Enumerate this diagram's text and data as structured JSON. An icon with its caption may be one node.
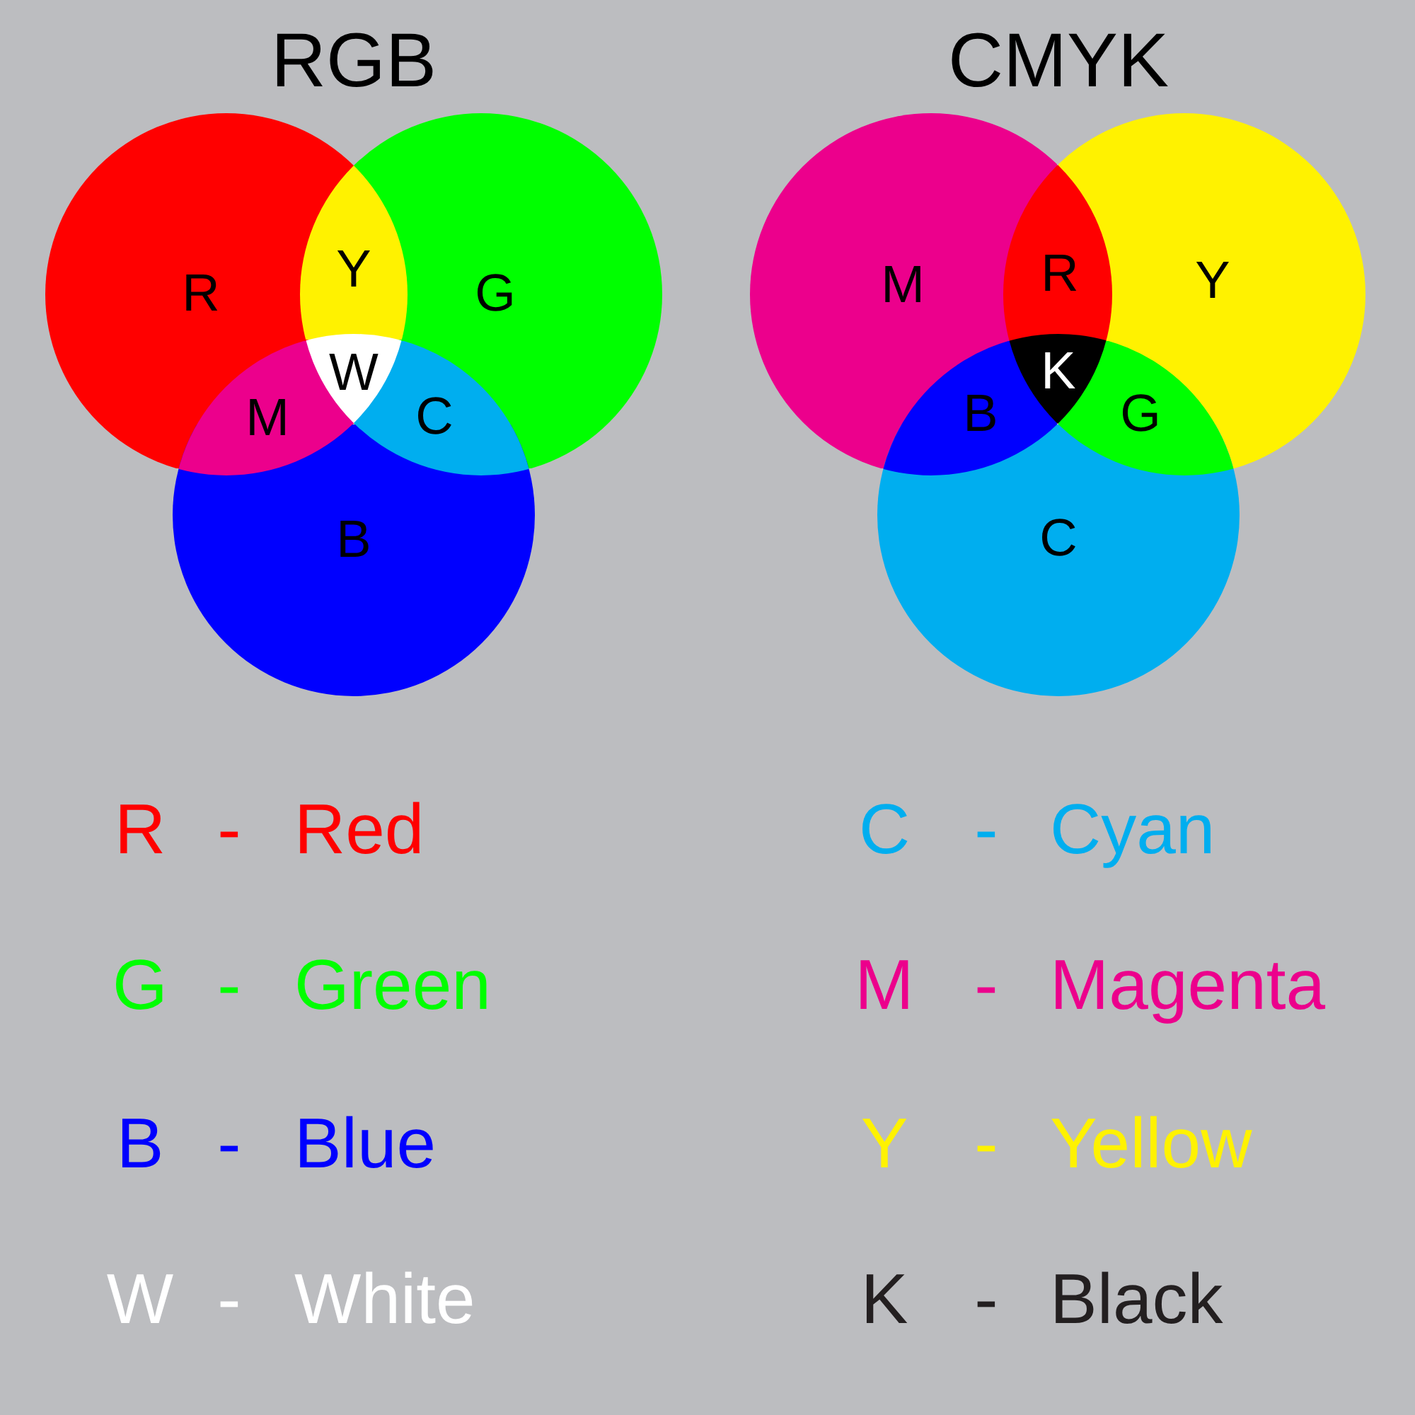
{
  "diagram": {
    "nodes": [
      {
        "text": [
          "R"
        ]
      },
      {
        "text": [
          "G"
        ]
      },
      {
        "text": [
          "B"
        ]
      },
      {
        "text": [
          "Y"
        ]
      },
      {
        "text": [
          "M"
        ]
      },
      {
        "text": [
          "C"
        ]
      },
      {
        "text": [
          "W"
        ]
      },
      {
        "text": [
          "M"
        ]
      },
      {
        "text": [
          "Y"
        ]
      },
      {
        "text": [
          "C"
        ]
      },
      {
        "text": [
          "R"
        ]
      },
      {
        "text": [
          "B"
        ]
      },
      {
        "text": [
          "G"
        ]
      },
      {
        "text": [
          "K"
        ]
      }
    ],
    "labels": [
      "RGB",
      "CMYK",
      "R",
      "-",
      "Red",
      "C",
      "-",
      "Cyan",
      "G",
      "-",
      "Green",
      "M",
      "-",
      "Magenta",
      "B",
      "-",
      "Blue",
      "Y",
      "-",
      "Yellow",
      "W",
      "-",
      "White",
      "K",
      "-",
      "Black"
    ]
  }
}
